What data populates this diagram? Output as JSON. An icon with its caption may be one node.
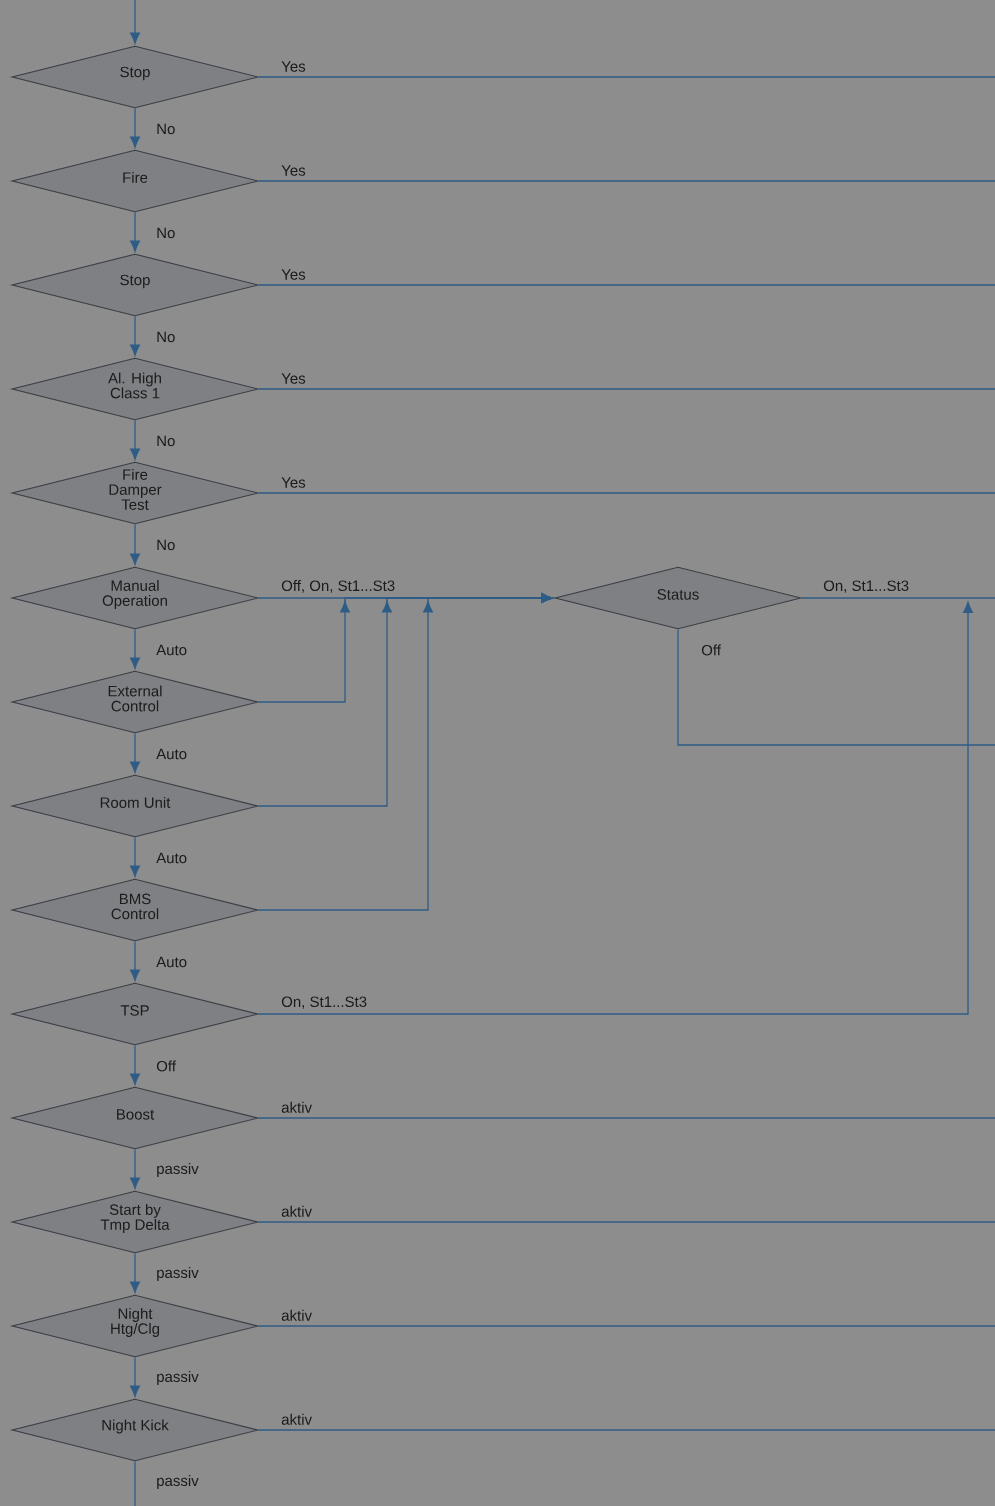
{
  "diagram": {
    "nodes": [
      {
        "text": [
          "Stop"
        ]
      },
      {
        "text": [
          "Fire"
        ]
      },
      {
        "text": [
          "Stop"
        ]
      },
      {
        "text": [
          "Al. High Class 1"
        ]
      },
      {
        "text": [
          "Fire Damper Test"
        ]
      },
      {
        "text": [
          "Manual Operation"
        ]
      },
      {
        "text": [
          "External Control"
        ]
      },
      {
        "text": [
          "Room Unit"
        ]
      },
      {
        "text": [
          "BMS Control"
        ]
      },
      {
        "text": [
          "TSP"
        ]
      },
      {
        "text": [
          "Boost"
        ]
      },
      {
        "text": [
          "Start by Tmp Delta"
        ]
      },
      {
        "text": [
          "Night Htg/Clg"
        ]
      },
      {
        "text": [
          "Night Kick"
        ]
      },
      {
        "text": [
          "Status"
        ]
      }
    ],
    "edges": [
      {
        "from": null,
        "to": 0,
        "arrow": "to"
      },
      {
        "from": 0,
        "to": 1,
        "arrow": "to",
        "label": "No"
      },
      {
        "from": 1,
        "to": 2,
        "arrow": "to",
        "label": "No"
      },
      {
        "from": 2,
        "to": 3,
        "arrow": "to",
        "label": "No"
      },
      {
        "from": 3,
        "to": 4,
        "arrow": "to",
        "label": "No"
      },
      {
        "from": 4,
        "to": 5,
        "arrow": "to",
        "label": "No"
      },
      {
        "from": 5,
        "to": 6,
        "arrow": "to",
        "label": "Auto"
      },
      {
        "from": 6,
        "to": 7,
        "arrow": "to",
        "label": "Auto"
      },
      {
        "from": 7,
        "to": 8,
        "arrow": "to",
        "label": "Auto"
      },
      {
        "from": 8,
        "to": 9,
        "arrow": "to",
        "label": "Auto"
      },
      {
        "from": 9,
        "to": 10,
        "arrow": "to",
        "label": "Off"
      },
      {
        "from": 10,
        "to": 11,
        "arrow": "to",
        "label": "passiv"
      },
      {
        "from": 11,
        "to": 12,
        "arrow": "to",
        "label": "passiv"
      },
      {
        "from": 12,
        "to": 13,
        "arrow": "to",
        "label": "passiv"
      },
      {
        "from": 13,
        "to": null,
        "arrow": "none",
        "label": "passiv"
      },
      {
        "from": 0,
        "to": null,
        "arrow": "none",
        "label": "Yes"
      },
      {
        "from": 1,
        "to": null,
        "arrow": "none",
        "label": "Yes"
      },
      {
        "from": 2,
        "to": null,
        "arrow": "none",
        "label": "Yes"
      },
      {
        "from": 3,
        "to": null,
        "arrow": "none",
        "label": "Yes"
      },
      {
        "from": 4,
        "to": null,
        "arrow": "none",
        "label": "Yes"
      },
      {
        "from": 5,
        "to": 14,
        "arrow": "to",
        "label": "Off, On, St1...St3"
      },
      {
        "from": 6,
        "to": 14,
        "arrow": "to"
      },
      {
        "from": 7,
        "to": 14,
        "arrow": "to"
      },
      {
        "from": 8,
        "to": 14,
        "arrow": "to"
      },
      {
        "from": 14,
        "to": null,
        "arrow": "none",
        "label": "On, St1...St3"
      },
      {
        "from": 14,
        "to": null,
        "arrow": "none",
        "label": "Off"
      },
      {
        "from": 9,
        "to": null,
        "arrow": "to",
        "label": "On, St1...St3"
      },
      {
        "from": 10,
        "to": null,
        "arrow": "none",
        "label": "aktiv"
      },
      {
        "from": 11,
        "to": null,
        "arrow": "none",
        "label": "aktiv"
      },
      {
        "from": 12,
        "to": null,
        "arrow": "none",
        "label": "aktiv"
      },
      {
        "from": 13,
        "to": null,
        "arrow": "none",
        "label": "aktiv"
      }
    ]
  }
}
